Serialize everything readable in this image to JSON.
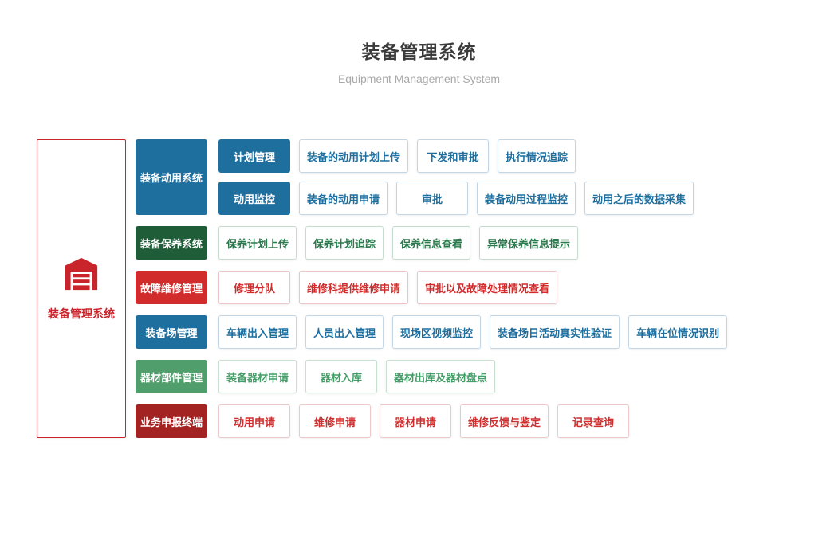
{
  "header": {
    "title": "装备管理系统",
    "subtitle": "Equipment Management System"
  },
  "root": {
    "label": "装备管理系统",
    "icon": "warehouse-icon"
  },
  "groups": {
    "g1": {
      "label": "装备动用系统",
      "row1": {
        "lead": "计划管理",
        "items": [
          "装备的动用计划上传",
          "下发和审批",
          "执行情况追踪"
        ]
      },
      "row2": {
        "lead": "动用监控",
        "items": [
          "装备的动用申请",
          "审批",
          "装备动用过程监控",
          "动用之后的数据采集"
        ]
      }
    },
    "g2": {
      "label": "装备保养系统",
      "items": [
        "保养计划上传",
        "保养计划追踪",
        "保养信息查看",
        "异常保养信息提示"
      ]
    },
    "g3": {
      "label": "故障维修管理",
      "items": [
        "修理分队",
        "维修科提供维修申请",
        "审批以及故障处理情况查看"
      ]
    },
    "g4": {
      "label": "装备场管理",
      "items": [
        "车辆出入管理",
        "人员出入管理",
        "现场区视频监控",
        "装备场日活动真实性验证",
        "车辆在位情况识别"
      ]
    },
    "g5": {
      "label": "器材部件管理",
      "items": [
        "装备器材申请",
        "器材入库",
        "器材出库及器材盘点"
      ]
    },
    "g6": {
      "label": "业务申报终端",
      "items": [
        "动用申请",
        "维修申请",
        "器材申请",
        "维修反馈与鉴定",
        "记录查询"
      ]
    }
  },
  "colors": {
    "blue": "#1e6e9e",
    "dark_green": "#1f5c38",
    "red": "#d22b2b",
    "green": "#4f9e6b",
    "dark_red": "#a32323",
    "root_red": "#c9242b"
  }
}
